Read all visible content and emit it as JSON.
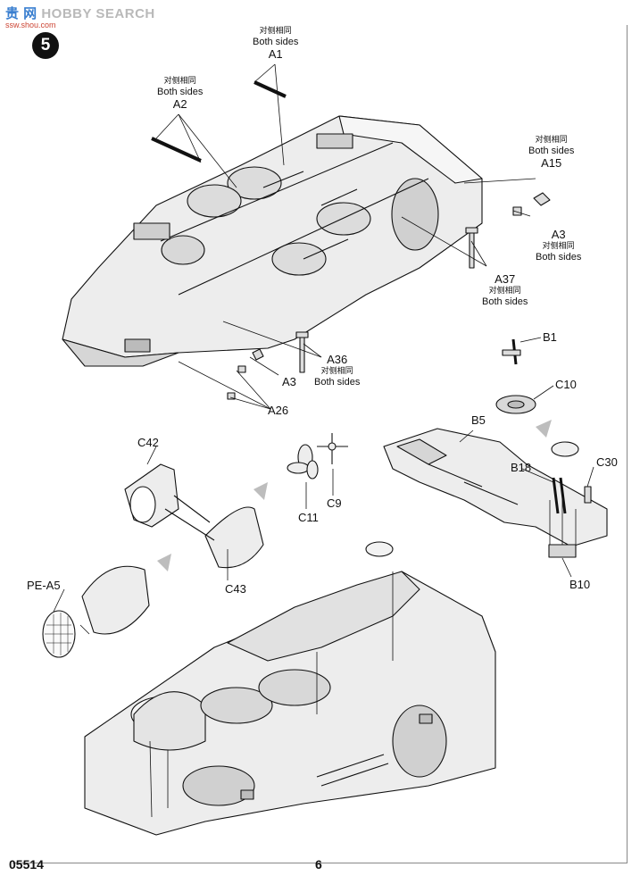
{
  "watermark": {
    "brand_cn": "贵 网",
    "brand_en": "HOBBY SEARCH",
    "url": "ssw.shou.com"
  },
  "step": "5",
  "model_number": "05514",
  "page_number": "6",
  "callouts": {
    "a1": {
      "zh": "对侧相同",
      "en": "Both sides",
      "part": "A1"
    },
    "a2": {
      "zh": "对侧相同",
      "en": "Both sides",
      "part": "A2"
    },
    "a15": {
      "zh": "对侧相同",
      "en": "Both sides",
      "part": "A15"
    },
    "a3_right": {
      "part": "A3",
      "zh": "对侧相同",
      "en": "Both sides"
    },
    "a37": {
      "part": "A37",
      "zh": "对侧相同",
      "en": "Both sides"
    },
    "a36": {
      "part": "A36",
      "zh": "对侧相同",
      "en": "Both sides"
    },
    "a3_lower": {
      "part": "A3"
    },
    "a26": {
      "part": "A26"
    },
    "b1": {
      "part": "B1"
    },
    "c10": {
      "part": "C10"
    },
    "b5": {
      "part": "B5"
    },
    "b18": {
      "part": "B18"
    },
    "c30": {
      "part": "C30"
    },
    "b10": {
      "part": "B10"
    },
    "c42": {
      "part": "C42"
    },
    "c43": {
      "part": "C43"
    },
    "c9": {
      "part": "C9"
    },
    "c11": {
      "part": "C11"
    },
    "pe_a5": {
      "part": "PE-A5"
    }
  },
  "colors": {
    "ink": "#111111",
    "brand_blue": "#3a7fd0",
    "watermark_grey": "#b9b9b9",
    "part_fill": "#e6e6e6"
  }
}
